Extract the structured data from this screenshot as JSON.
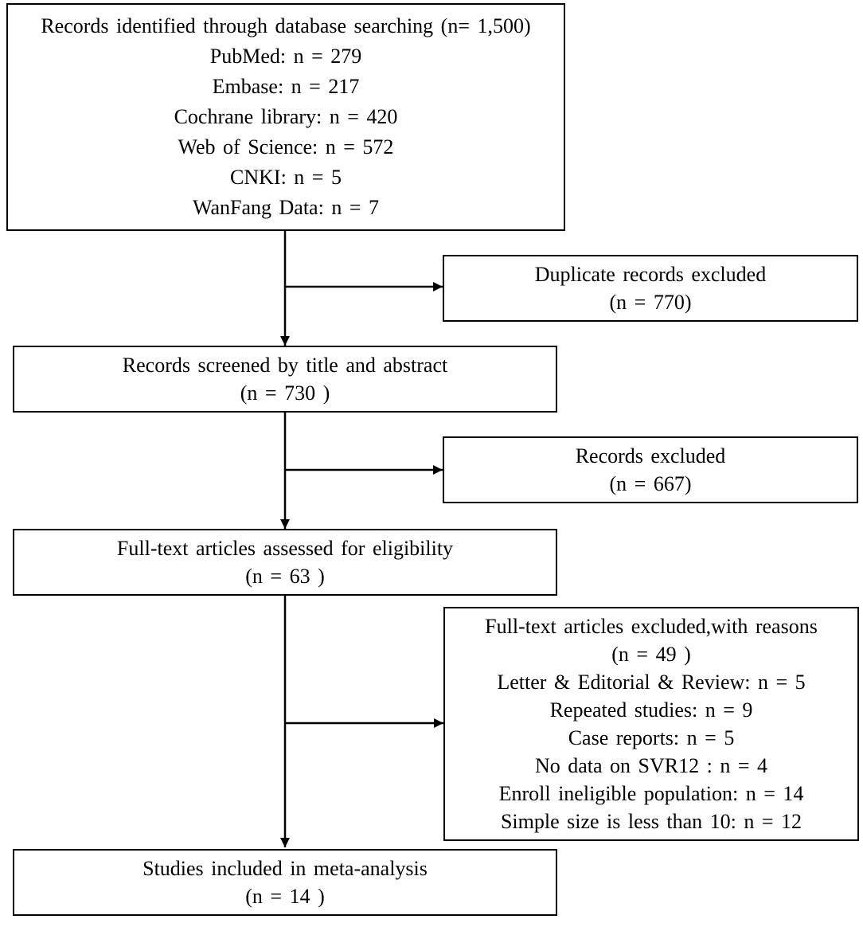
{
  "boxes": {
    "identified": {
      "title": "Records identified through database searching (n= 1,500)",
      "lines": [
        "PubMed: n = 279",
        "Embase: n = 217",
        "Cochrane library: n = 420",
        "Web of Science: n = 572",
        "CNKI: n = 5",
        "WanFang Data: n = 7"
      ]
    },
    "duplicates": {
      "title": "Duplicate records excluded",
      "count": "(n = 770)"
    },
    "screened": {
      "title": "Records screened by title and abstract",
      "count": "(n = 730 )"
    },
    "records_excluded": {
      "title": "Records excluded",
      "count": "(n = 667)"
    },
    "fulltext": {
      "title": "Full-text articles assessed for eligibility",
      "count": "(n = 63 )"
    },
    "fulltext_excluded": {
      "title": "Full-text articles excluded,with reasons",
      "count": "(n = 49 )",
      "reasons": [
        "Letter & Editorial & Review: n = 5",
        "Repeated studies: n = 9",
        "Case reports: n = 5",
        "No data on SVR12 : n = 4",
        "Enroll ineligible population: n = 14",
        "Simple size is less than 10: n = 12"
      ]
    },
    "included": {
      "title": "Studies included in meta-analysis",
      "count": "(n = 14 )"
    }
  }
}
